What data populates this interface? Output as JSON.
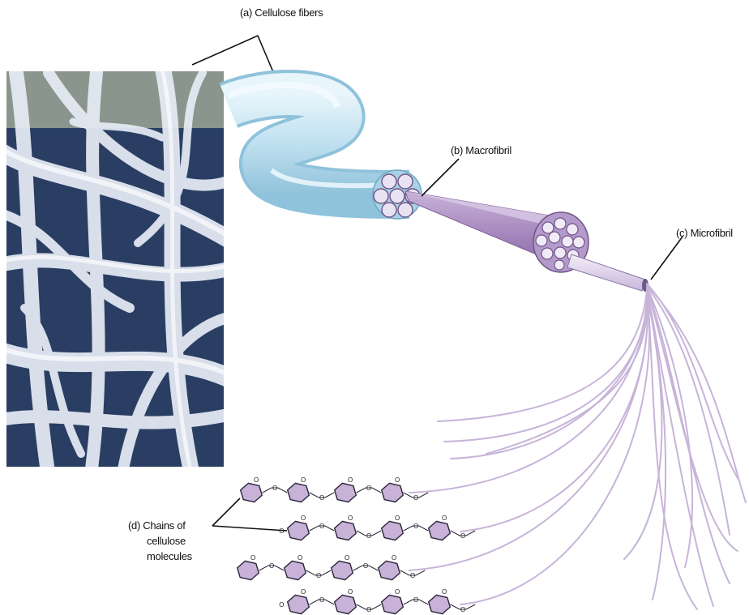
{
  "labels": {
    "a": "(a) Cellulose fibers",
    "b": "(b) Macrofibril",
    "c": "(c) Microfibril",
    "d_line1": "(d) Chains of",
    "d_line2": "cellulose",
    "d_line3": "molecules"
  },
  "chain_atom_label": "O",
  "colors": {
    "fiber": "#bfe0f0",
    "macrofibril": "#b292c4",
    "microfibril": "#d7c8e6",
    "strands": "#c7b4d9",
    "ring_fill": "#c8b2d8",
    "leader_lines": "#111111",
    "photo_background": "#2a3e63",
    "photo_fibers": "#e7ecf6"
  }
}
